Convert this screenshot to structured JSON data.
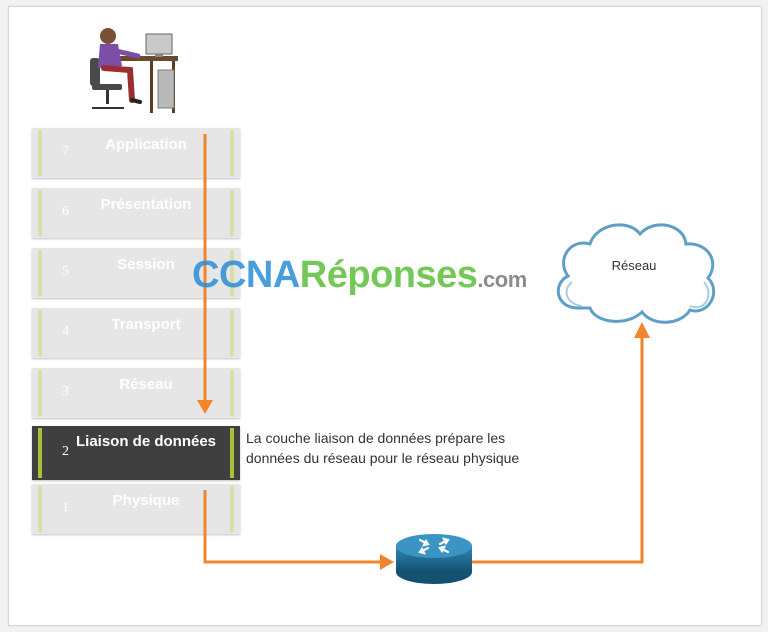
{
  "layers": [
    {
      "num": "7",
      "name": "Application"
    },
    {
      "num": "6",
      "name": "Présentation"
    },
    {
      "num": "5",
      "name": "Session"
    },
    {
      "num": "4",
      "name": "Transport"
    },
    {
      "num": "3",
      "name": "Réseau"
    },
    {
      "num": "2",
      "name": "Liaison de données"
    },
    {
      "num": "1",
      "name": "Physique"
    }
  ],
  "active_layer": "2",
  "callout": "La couche liaison de données prépare les données du réseau pour le réseau physique",
  "cloud_label": "Réseau",
  "watermark": {
    "part1": "CCNA",
    "part2": "Réponses",
    "part3": ".com"
  },
  "colors": {
    "arrow": "#f2842b",
    "active_layer": "#3f3f3f",
    "layer": "#e6e6e6",
    "accent_bar": "#a8c238",
    "router": "#1f6d98",
    "cloud_outline": "#5e9ec7"
  }
}
